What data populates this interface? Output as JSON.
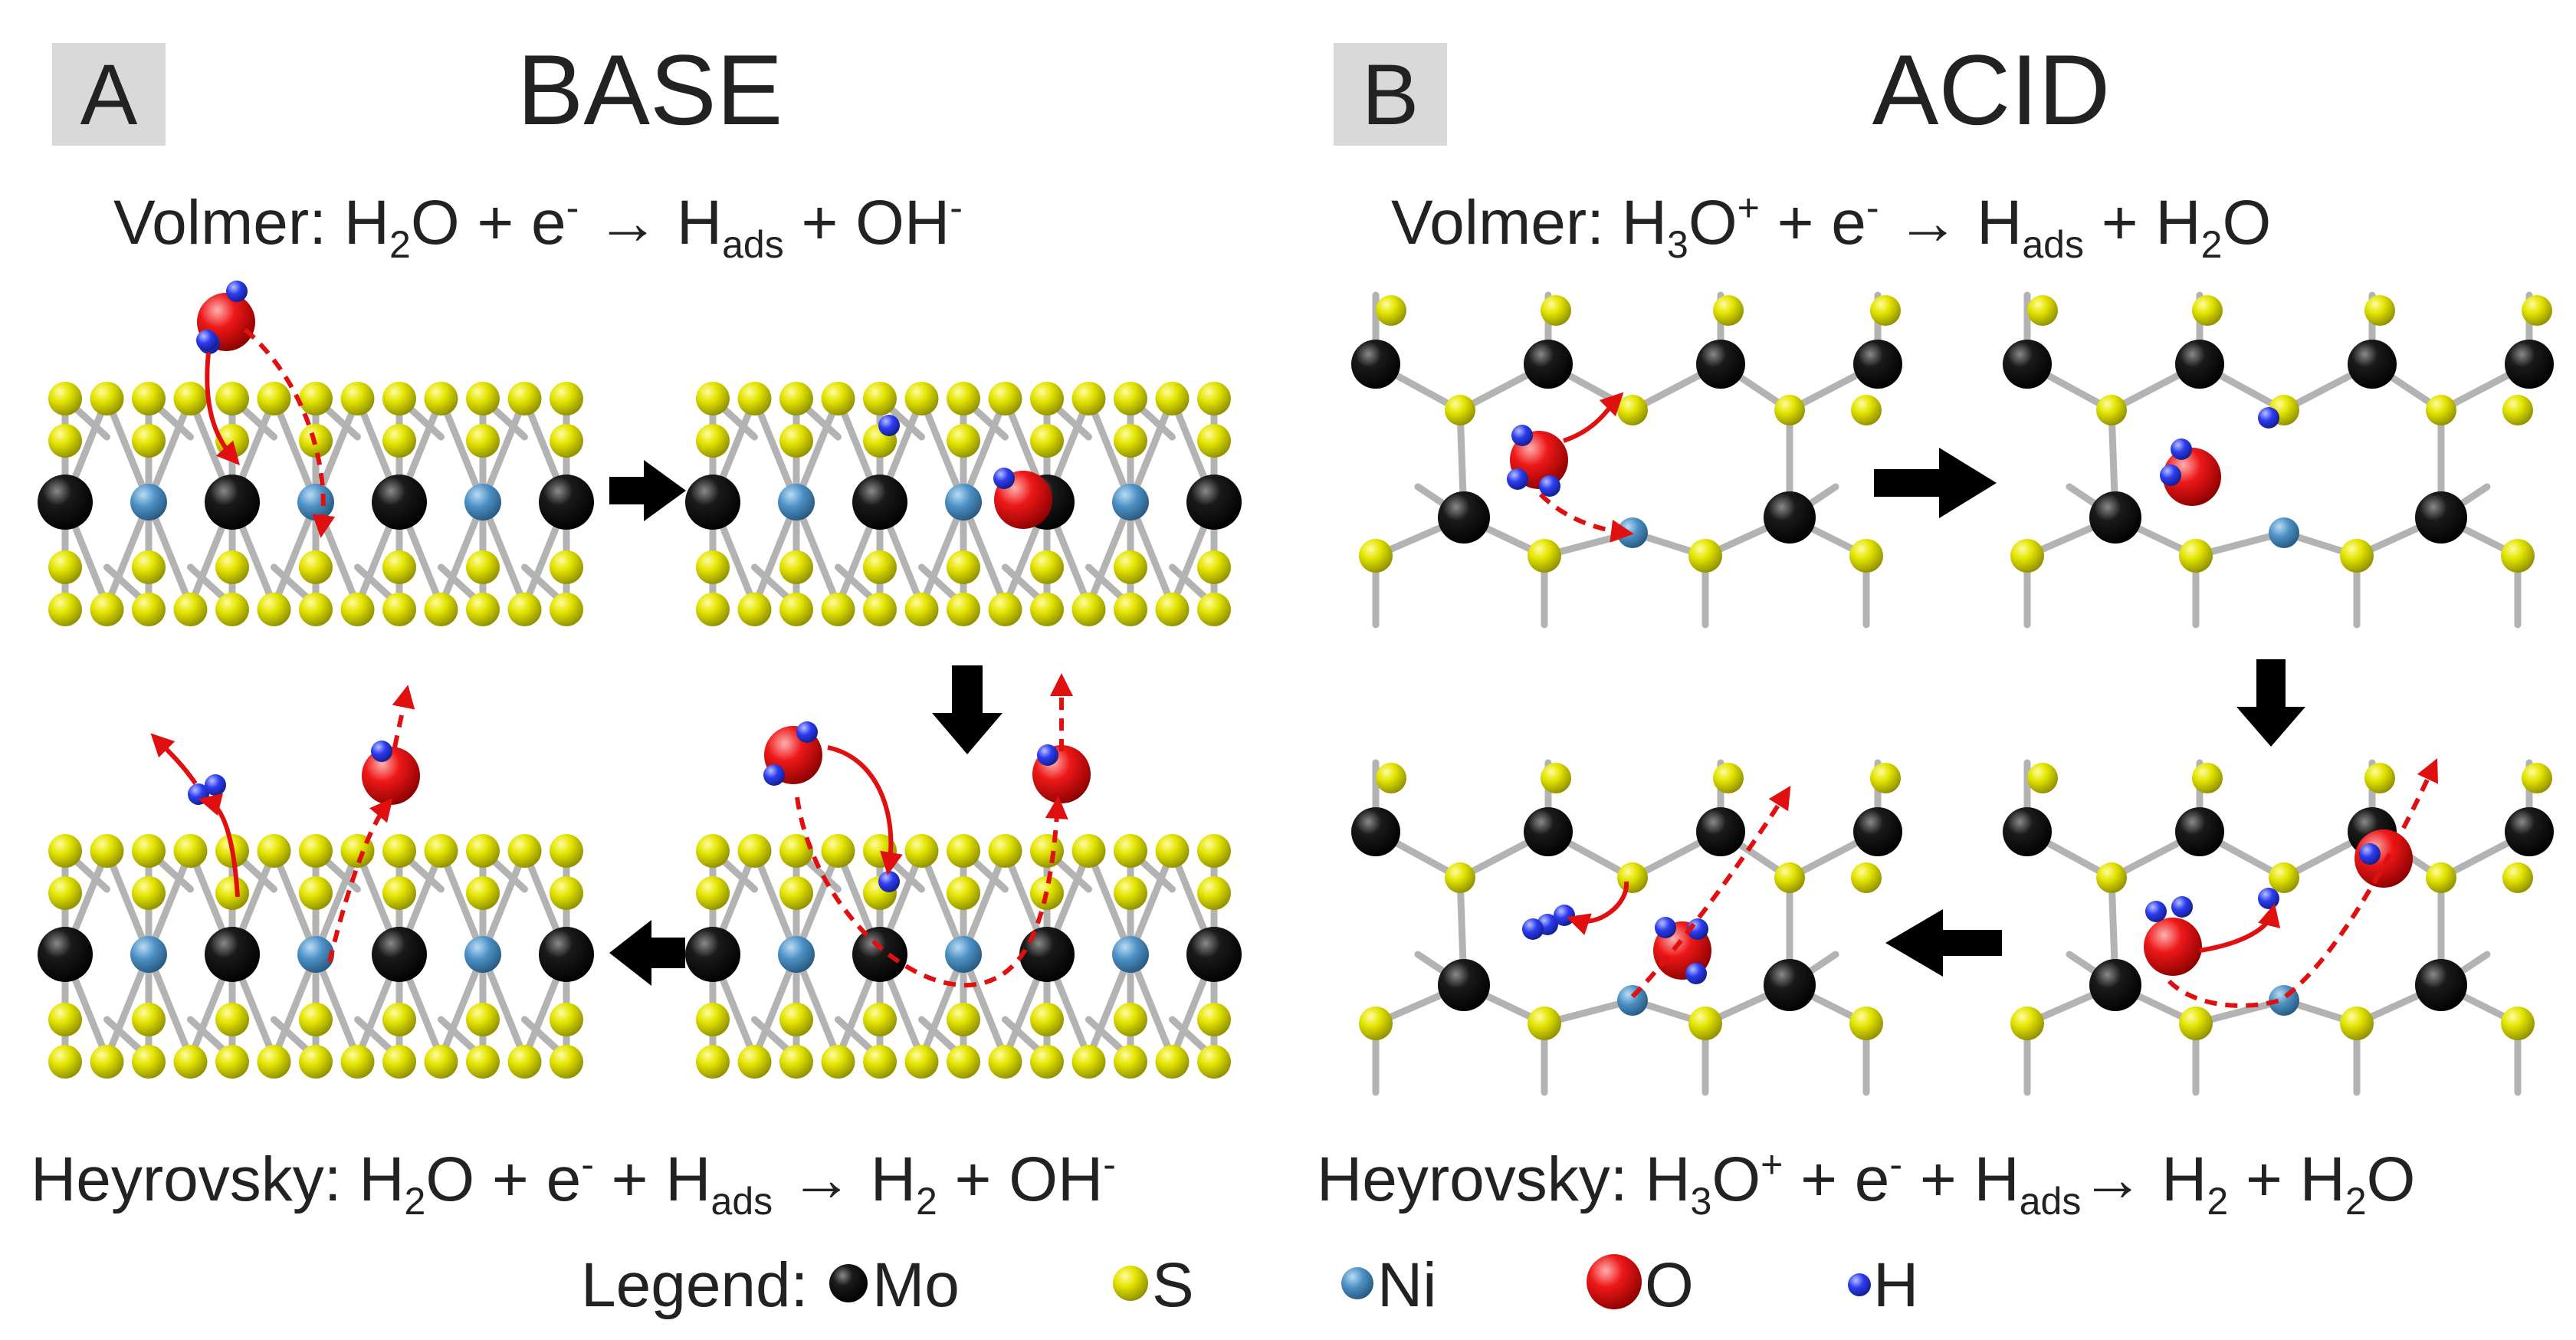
{
  "panels": {
    "A": {
      "letter": "A",
      "title": "BASE"
    },
    "B": {
      "letter": "B",
      "title": "ACID"
    }
  },
  "base": {
    "volmer": {
      "name": "Volmer:",
      "eq": [
        {
          "t": "H"
        },
        {
          "t": "2",
          "s": "sub"
        },
        {
          "t": "O + e"
        },
        {
          "t": "-",
          "s": "sup"
        },
        {
          "t": " → ",
          "s": "arrow"
        },
        {
          "t": "H"
        },
        {
          "t": "ads",
          "s": "sub"
        },
        {
          "t": " + OH"
        },
        {
          "t": "-",
          "s": "sup"
        }
      ]
    },
    "heyrovsky": {
      "name": "Heyrovsky:",
      "eq": [
        {
          "t": "H"
        },
        {
          "t": "2",
          "s": "sub"
        },
        {
          "t": "O + e"
        },
        {
          "t": "-",
          "s": "sup"
        },
        {
          "t": " + H"
        },
        {
          "t": "ads",
          "s": "sub"
        },
        {
          "t": " → ",
          "s": "arrow"
        },
        {
          "t": "H"
        },
        {
          "t": "2",
          "s": "sub"
        },
        {
          "t": " + OH"
        },
        {
          "t": "-",
          "s": "sup"
        }
      ]
    }
  },
  "acid": {
    "volmer": {
      "name": "Volmer:",
      "eq": [
        {
          "t": "H"
        },
        {
          "t": "3",
          "s": "sub"
        },
        {
          "t": "O"
        },
        {
          "t": "+",
          "s": "sup"
        },
        {
          "t": " + e"
        },
        {
          "t": "-",
          "s": "sup"
        },
        {
          "t": " → ",
          "s": "arrow"
        },
        {
          "t": "H"
        },
        {
          "t": "ads",
          "s": "sub"
        },
        {
          "t": " + H"
        },
        {
          "t": "2",
          "s": "sub"
        },
        {
          "t": "O"
        }
      ]
    },
    "heyrovsky": {
      "name": "Heyrovsky:",
      "eq": [
        {
          "t": "H"
        },
        {
          "t": "3",
          "s": "sub"
        },
        {
          "t": "O"
        },
        {
          "t": "+",
          "s": "sup"
        },
        {
          "t": " + e"
        },
        {
          "t": "-",
          "s": "sup"
        },
        {
          "t": " + H"
        },
        {
          "t": "ads",
          "s": "sub"
        },
        {
          "t": "→ ",
          "s": "arrow"
        },
        {
          "t": "H"
        },
        {
          "t": "2",
          "s": "sub"
        },
        {
          "t": " + H"
        },
        {
          "t": "2",
          "s": "sub"
        },
        {
          "t": "O"
        }
      ]
    }
  },
  "legend": {
    "label": "Legend:",
    "items": [
      {
        "label": "Mo",
        "color": "#0d0d0d"
      },
      {
        "label": "S",
        "color": "#d8d800"
      },
      {
        "label": "Ni",
        "color": "#4a8ec0"
      },
      {
        "label": "O",
        "color": "#e01010"
      },
      {
        "label": "H",
        "color": "#2a3ae0"
      }
    ]
  },
  "colors": {
    "mo": "#0d0d0d",
    "s": "#d8d800",
    "ni": "#4a8ec0",
    "o": "#e01010",
    "h": "#2a3ae0",
    "bond": "#b4b4b4",
    "arrow_red": "#e01010",
    "step_arrow": "#000000",
    "letter_bg": "#d9d9d9"
  }
}
